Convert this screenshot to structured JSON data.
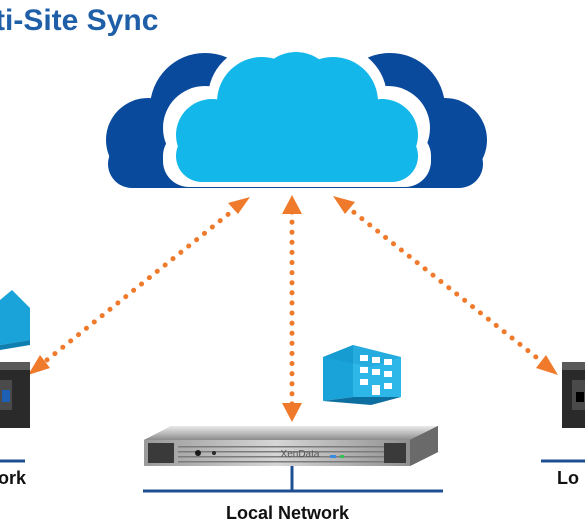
{
  "title": "ti-Site Sync",
  "labels": {
    "left": "ork",
    "center": "Local Network",
    "right": "Lo"
  },
  "server_badge": "XenData",
  "colors": {
    "title": "#1f5fa8",
    "cloud_back": "#0a4a9c",
    "cloud_front": "#14b7ea",
    "arrow": "#f07a2c",
    "building": "#1aa3d8",
    "network_line": "#1f4f93"
  },
  "icons": [
    "cloud-icon",
    "building-icon",
    "server-icon",
    "arrow-icon"
  ]
}
